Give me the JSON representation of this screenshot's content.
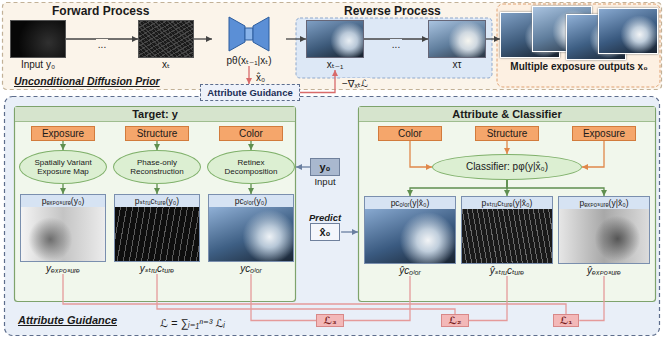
{
  "diagram": {
    "nodes": [
      {
        "text": [
          "Forward Process",
          "Reverse Process",
          "Unconditional Diffusion Prior"
        ]
      },
      {
        "text": [
          "Input y₀"
        ],
        "in": 0
      },
      {
        "text": [
          "xₜ"
        ],
        "in": 0
      },
      {
        "text": [
          "pθ(xₜ₋₁|xₜ)"
        ],
        "in": 0
      },
      {
        "text": [
          "xₜ₋₁"
        ],
        "in": 0
      },
      {
        "text": [
          "xτ"
        ],
        "in": 0
      },
      {
        "text": [
          "Multiple exposure outputs x₀"
        ],
        "in": 0
      },
      {
        "text": [
          "Attribute Guidance"
        ]
      },
      {
        "text": [
          "Attribute Guidance"
        ]
      },
      {
        "text": [
          "Target: y"
        ],
        "in": 8
      },
      {
        "text": [
          "Exposure"
        ],
        "in": 9
      },
      {
        "text": [
          "Structure"
        ],
        "in": 9
      },
      {
        "text": [
          "Color"
        ],
        "in": 9
      },
      {
        "text": [
          "Spatially Variant Exposure Map"
        ],
        "in": 9
      },
      {
        "text": [
          "Phase-only Reconstruction"
        ],
        "in": 9
      },
      {
        "text": [
          "Retinex Decomposition"
        ],
        "in": 9
      },
      {
        "text": [
          "pₑₓₚₒₛᵤᵣₑ(y₀)",
          "yₑₓₚₒₛᵤᵣₑ"
        ],
        "in": 9
      },
      {
        "text": [
          "pₛₜᵣᵤcₜᵤᵣₑ(y₀)",
          "yₛₜᵣᵤcₜᵤᵣₑ"
        ],
        "in": 9
      },
      {
        "text": [
          "pcₒₗₒᵣ(y₀)",
          "ycₒₗₒᵣ"
        ],
        "in": 9
      },
      {
        "text": [
          "y₀",
          "Input"
        ],
        "in": 8
      },
      {
        "text": [
          "Predict",
          "x̂₀"
        ],
        "in": 8
      },
      {
        "text": [
          "Attribute & Classifier"
        ],
        "in": 8
      },
      {
        "text": [
          "Color"
        ],
        "in": 21
      },
      {
        "text": [
          "Structure"
        ],
        "in": 21
      },
      {
        "text": [
          "Exposure"
        ],
        "in": 21
      },
      {
        "text": [
          "Classifier: pφ(y|x̂₀)"
        ],
        "in": 21
      },
      {
        "text": [
          "pcₒₗₒᵣ(y|x̂₀)",
          "ŷcₒₗₒᵣ"
        ],
        "in": 21
      },
      {
        "text": [
          "pₛₜᵣᵤcₜᵤᵣₑ(y|x̂₀)",
          "ŷₛₜᵣᵤcₜᵤᵣₑ"
        ],
        "in": 21
      },
      {
        "text": [
          "pₑₓₚₒₛᵤᵣₑ(y|x̂₀)",
          "ŷₑₓₚₒₛᵤᵣₑ"
        ],
        "in": 21
      },
      {
        "text": [
          "ℒ₃"
        ],
        "in": 8
      },
      {
        "text": [
          "ℒ₂"
        ],
        "in": 8
      },
      {
        "text": [
          "ℒ₁"
        ],
        "in": 8
      }
    ],
    "edges": [
      {
        "from": 1,
        "to": 2,
        "arrow": "to",
        "label": "..."
      },
      {
        "from": 2,
        "to": 3,
        "arrow": "to"
      },
      {
        "from": 3,
        "to": 4,
        "arrow": "to"
      },
      {
        "from": 4,
        "to": 5,
        "arrow": "to",
        "label": "..."
      },
      {
        "from": 5,
        "to": 6,
        "arrow": "to"
      },
      {
        "from": 3,
        "to": 7,
        "arrow": "to",
        "label": "x̂₀"
      },
      {
        "from": 7,
        "to": 4,
        "arrow": "to",
        "label": "−∇ₓₜℒ"
      },
      {
        "from": 10,
        "to": 13,
        "arrow": "to"
      },
      {
        "from": 13,
        "to": 16,
        "arrow": "to"
      },
      {
        "from": 11,
        "to": 14,
        "arrow": "to"
      },
      {
        "from": 14,
        "to": 17,
        "arrow": "to"
      },
      {
        "from": 12,
        "to": 15,
        "arrow": "to"
      },
      {
        "from": 15,
        "to": 18,
        "arrow": "to"
      },
      {
        "from": 19,
        "to": 9,
        "arrow": "to"
      },
      {
        "from": 20,
        "to": 21,
        "arrow": "to"
      },
      {
        "from": 22,
        "to": 25,
        "arrow": "to"
      },
      {
        "from": 23,
        "to": 25,
        "arrow": "to"
      },
      {
        "from": 24,
        "to": 25,
        "arrow": "to"
      },
      {
        "from": 25,
        "to": 26,
        "arrow": "to"
      },
      {
        "from": 25,
        "to": 27,
        "arrow": "to"
      },
      {
        "from": 25,
        "to": 28,
        "arrow": "to"
      },
      {
        "from": 16,
        "to": 31,
        "arrow": "none"
      },
      {
        "from": 28,
        "to": 31,
        "arrow": "none"
      },
      {
        "from": 17,
        "to": 30,
        "arrow": "none"
      },
      {
        "from": 27,
        "to": 30,
        "arrow": "none"
      },
      {
        "from": 18,
        "to": 29,
        "arrow": "none"
      },
      {
        "from": 26,
        "to": 29,
        "arrow": "none"
      }
    ],
    "labels": [
      "ℒ = ∑ᵢ₌₁ⁿ⁼³ ℒᵢ"
    ]
  }
}
